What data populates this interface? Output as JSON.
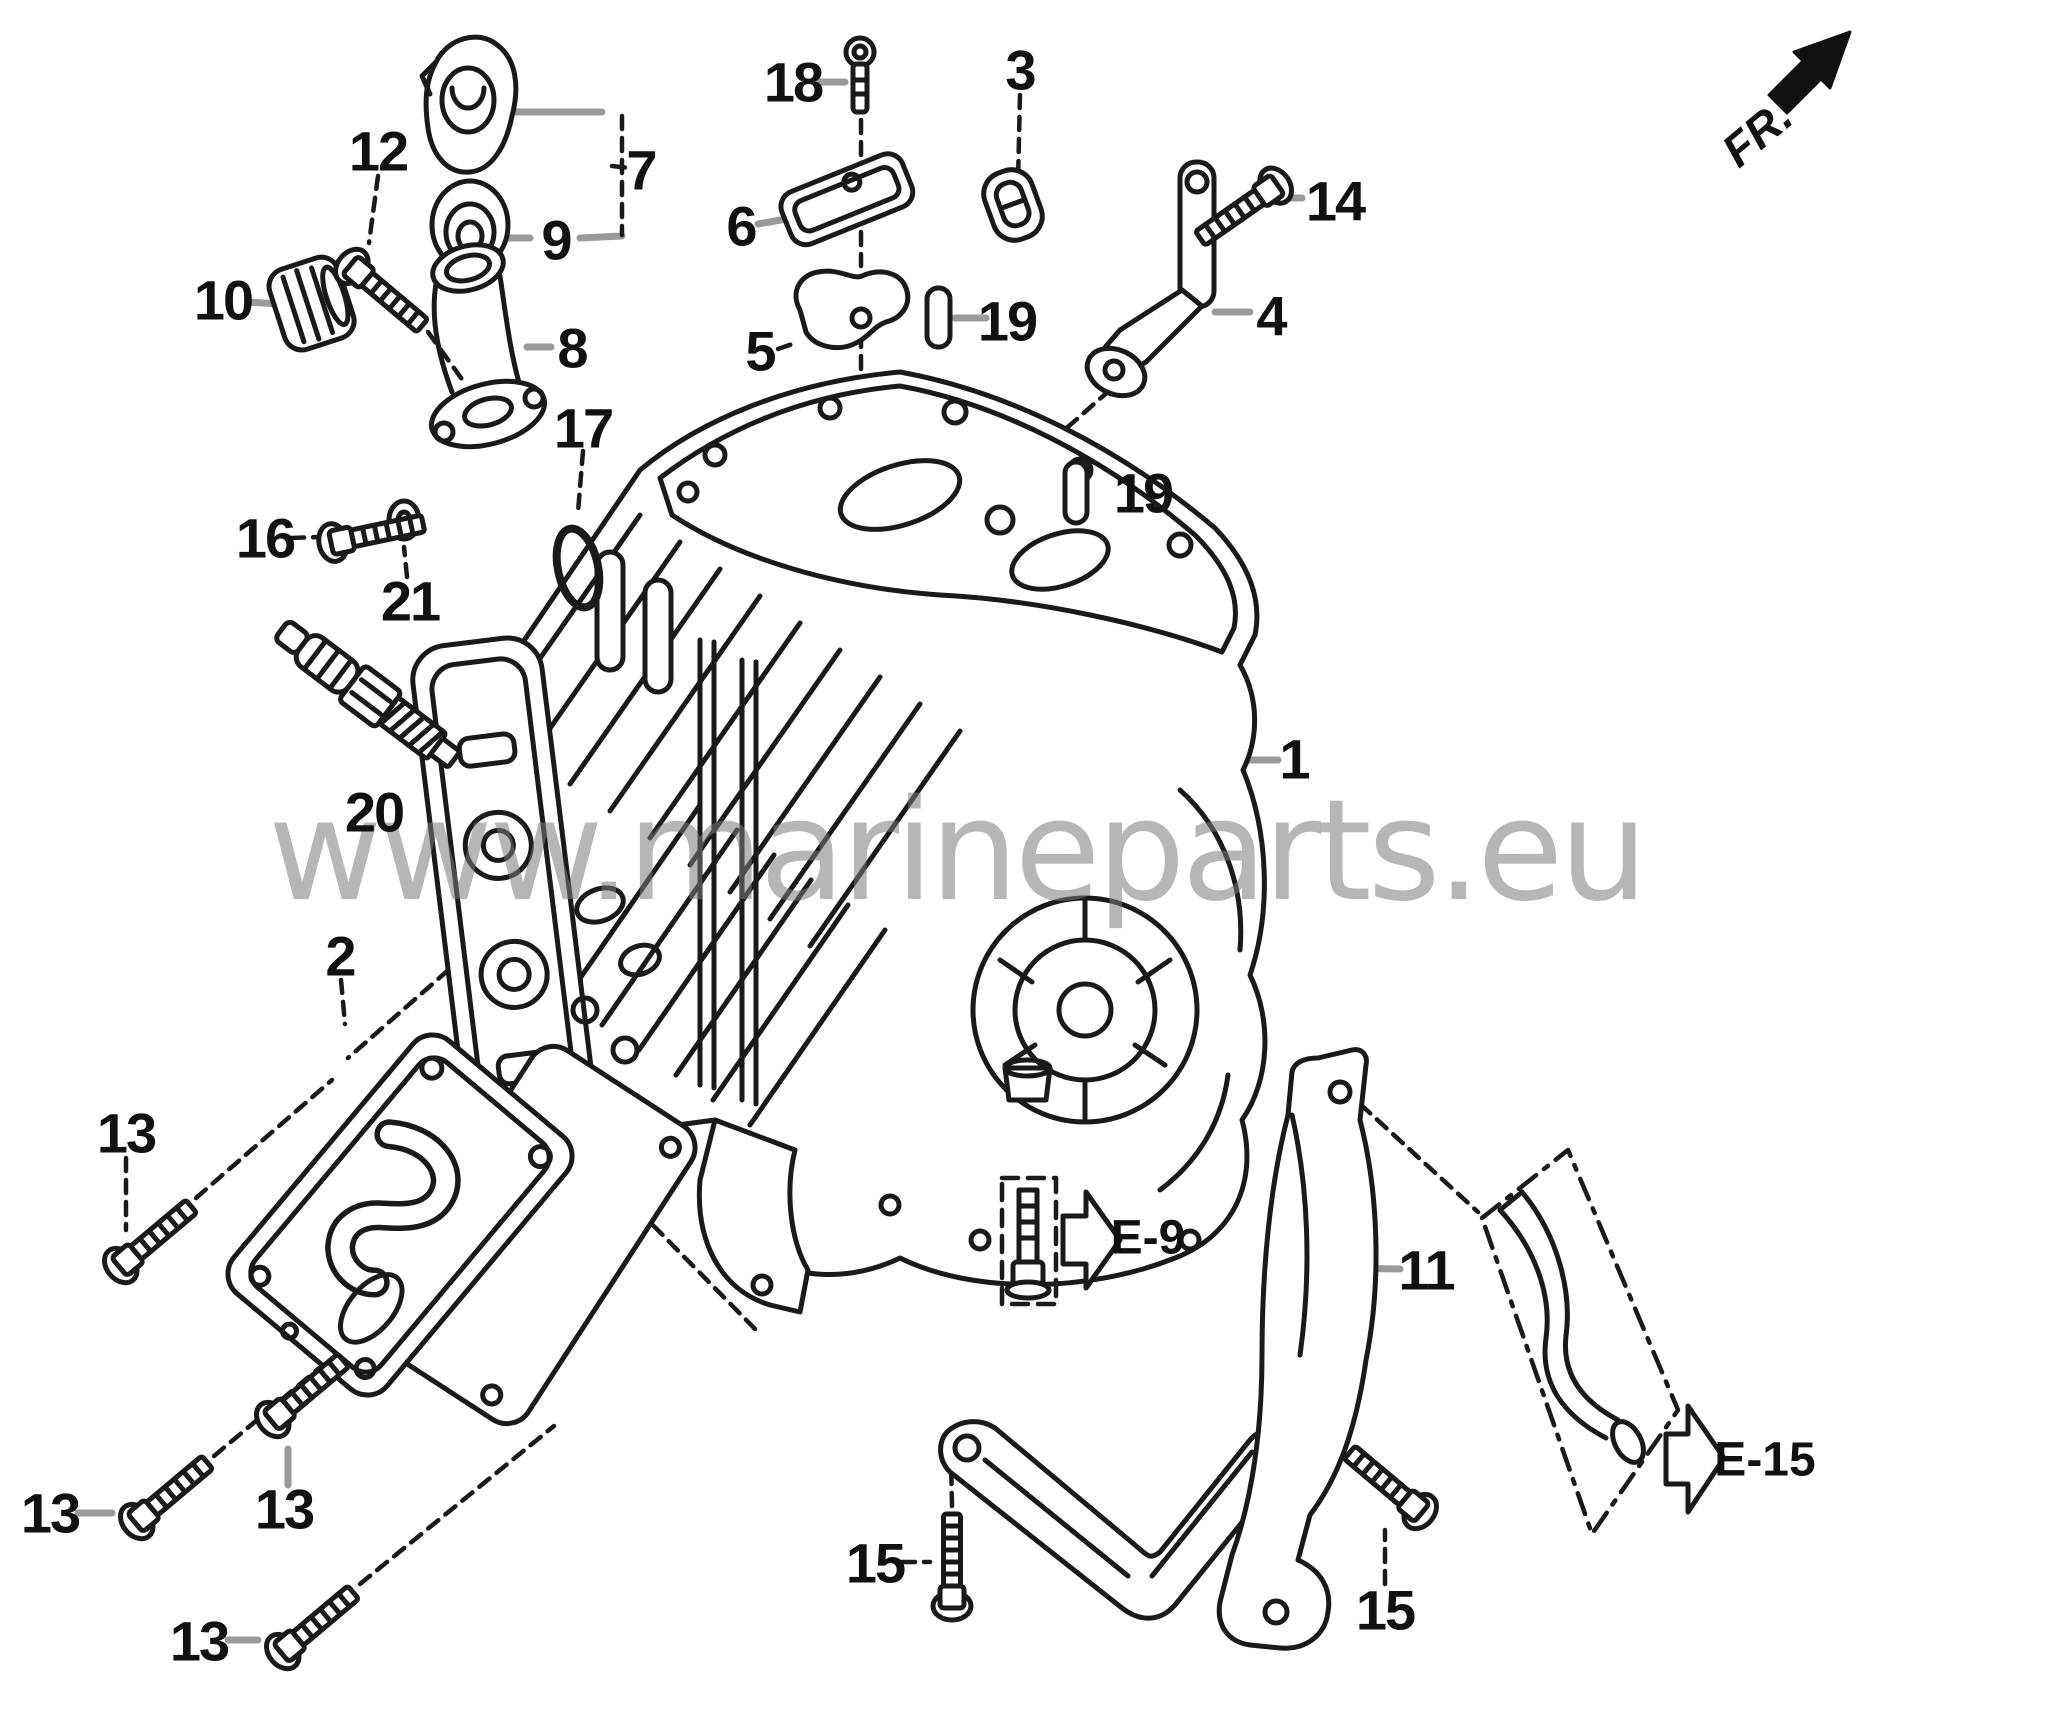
{
  "diagram_type": "exploded-parts-diagram",
  "watermark": "www.marineparts.eu",
  "direction_indicator": "FR.",
  "references": {
    "e9": "E-9",
    "e15": "E-15"
  },
  "colors": {
    "ink": "#1a1a1a",
    "leader_gray": "#9a9a9a",
    "watermark_gray": "#7a7a7a"
  },
  "callouts": {
    "c1": "1",
    "c2": "2",
    "c3": "3",
    "c4": "4",
    "c5": "5",
    "c6": "6",
    "c7": "7",
    "c8": "8",
    "c9": "9",
    "c10": "10",
    "c11": "11",
    "c12": "12",
    "c13a": "13",
    "c13b": "13",
    "c13c": "13",
    "c13d": "13",
    "c14": "14",
    "c15a": "15",
    "c15b": "15",
    "c16": "16",
    "c17": "17",
    "c18": "18",
    "c19a": "19",
    "c19b": "19",
    "c20": "20",
    "c21": "21"
  }
}
